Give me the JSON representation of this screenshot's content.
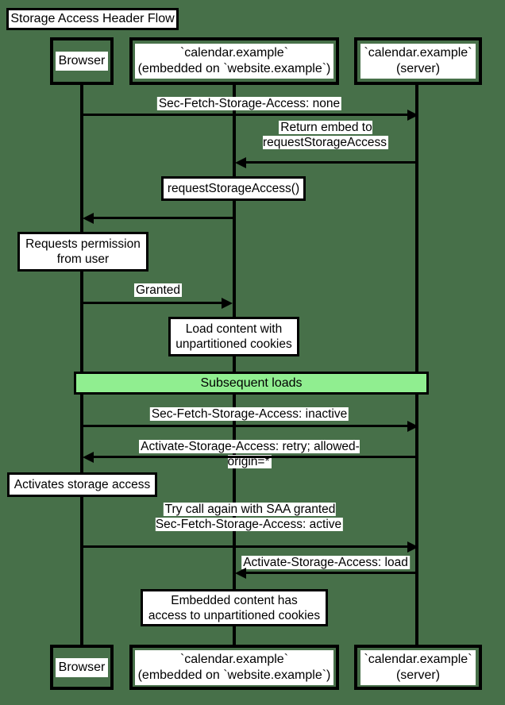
{
  "title": "Storage Access Header Flow",
  "participants": [
    {
      "id": "browser",
      "label": "Browser"
    },
    {
      "id": "embed",
      "label": "`calendar.example`\n(embedded on `website.example`)"
    },
    {
      "id": "server",
      "label": "`calendar.example`\n(server)"
    }
  ],
  "messages": [
    {
      "from": "Browser",
      "to": "calendar.example (server)",
      "label": "Sec-Fetch-Storage-Access: none"
    },
    {
      "from": "calendar.example (server)",
      "to": "calendar.example (embedded)",
      "label": "Return embed to\nrequestStorageAccess"
    },
    {
      "from": "calendar.example (embedded)",
      "to": "Browser",
      "label": ""
    },
    {
      "from": "Browser",
      "to": "calendar.example (embedded)",
      "label": "Granted"
    },
    {
      "from": "Browser",
      "to": "calendar.example (server)",
      "label": "Sec-Fetch-Storage-Access: inactive"
    },
    {
      "from": "calendar.example (server)",
      "to": "Browser",
      "label": "Activate-Storage-Access: retry; allowed-origin=*"
    },
    {
      "from": "Browser",
      "to": "calendar.example (server)",
      "label": "Try call again with SAA granted\nSec-Fetch-Storage-Access: active"
    },
    {
      "from": "calendar.example (server)",
      "to": "calendar.example (embedded)",
      "label": "Activate-Storage-Access: load"
    }
  ],
  "notes": [
    {
      "over": "calendar.example (embedded)",
      "text": "requestStorageAccess()"
    },
    {
      "over": "Browser",
      "text": "Requests permission\nfrom user"
    },
    {
      "over": "calendar.example (embedded)",
      "text": "Load content with\nunpartitioned cookies"
    },
    {
      "over": "Browser",
      "text": "Activates storage access"
    },
    {
      "over": "calendar.example (embedded)",
      "text": "Embedded content has\naccess to unpartitioned cookies"
    }
  ],
  "divider": {
    "label": "Subsequent loads"
  },
  "colors": {
    "background": "#477049",
    "divider_fill": "#90EE90",
    "line": "#000000",
    "label_background": "#FFFFFF",
    "text": "#000000"
  }
}
